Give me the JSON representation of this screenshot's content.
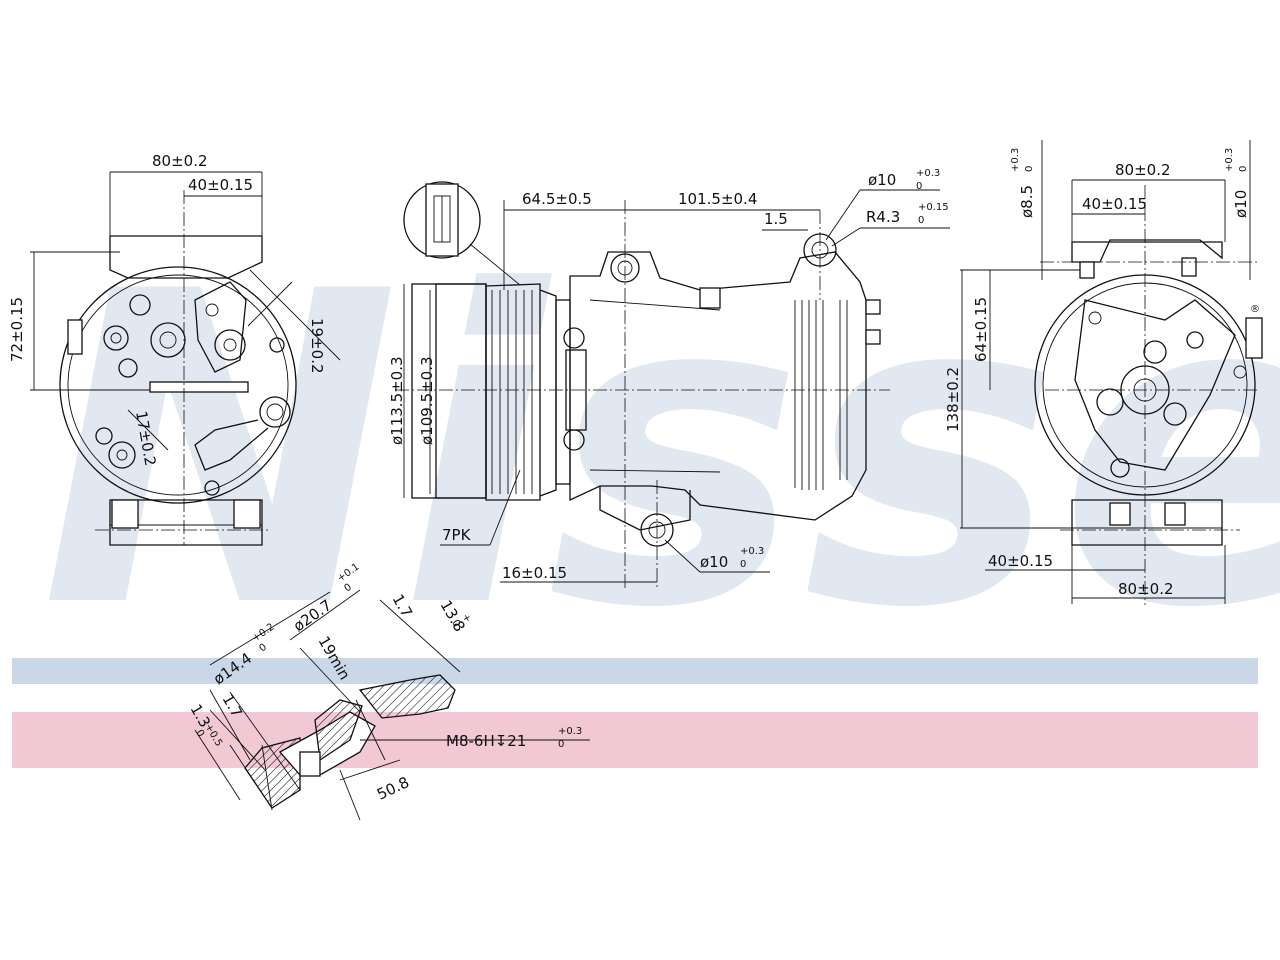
{
  "watermark": {
    "text": "Nissens",
    "trademark": "®"
  },
  "colors": {
    "blue_band": "#c9d7e6",
    "pink_band": "#f1c8d3",
    "line": "#111111"
  },
  "left_view": {
    "dim_width": "80±0.2",
    "dim_half": "40±0.15",
    "dim_height": "72±0.15",
    "dim_diag_a": "19±0.2",
    "dim_diag_b": "17±0.2"
  },
  "middle_view": {
    "dim_a": "64.5±0.5",
    "dim_b": "101.5±0.4",
    "dim_c": "1.5",
    "hole_top": "ø10",
    "hole_top_tol_hi": "+0.3",
    "hole_top_tol_lo": "0",
    "radius": "R4.3",
    "radius_tol_hi": "+0.15",
    "radius_tol_lo": "0",
    "pulley_outer": "ø113.5±0.3",
    "pulley_inner": "ø109.5±0.3",
    "belt": "7PK",
    "dim_bottom": "16±0.15",
    "hole_bottom": "ø10",
    "hole_bottom_tol_hi": "+0.3",
    "hole_bottom_tol_lo": "0"
  },
  "right_view": {
    "hole_left": "ø8.5",
    "hole_left_tol_hi": "+0.3",
    "hole_left_tol_lo": "0",
    "dim_width_top": "80±0.2",
    "hole_right": "ø10",
    "hole_right_tol_hi": "+0.3",
    "hole_right_tol_lo": "0",
    "dim_half_top": "40±0.15",
    "dim_height_a": "64±0.15",
    "dim_height_b": "138±0.2",
    "dim_half_bottom": "40±0.15",
    "dim_width_bottom": "80±0.2"
  },
  "port_section": {
    "bore_small": "ø14.4",
    "bore_small_tol_hi": "+0.2",
    "bore_small_tol_lo": "0",
    "bore_large": "ø20.7",
    "bore_large_tol_hi": "+0.1",
    "bore_large_tol_lo": "0",
    "depth_min": "19min",
    "step_a": "1.7",
    "step_b": "13.8",
    "step_b_tol_hi": "+",
    "step_b_tol_lo": "0",
    "step_c": "1.7",
    "step_d": "1.3",
    "step_d_tol_hi": "+0.5",
    "step_d_tol_lo": "0",
    "thread": "M8-6H↧21",
    "thread_tol_hi": "+0.3",
    "thread_tol_lo": "0",
    "length": "50.8"
  }
}
